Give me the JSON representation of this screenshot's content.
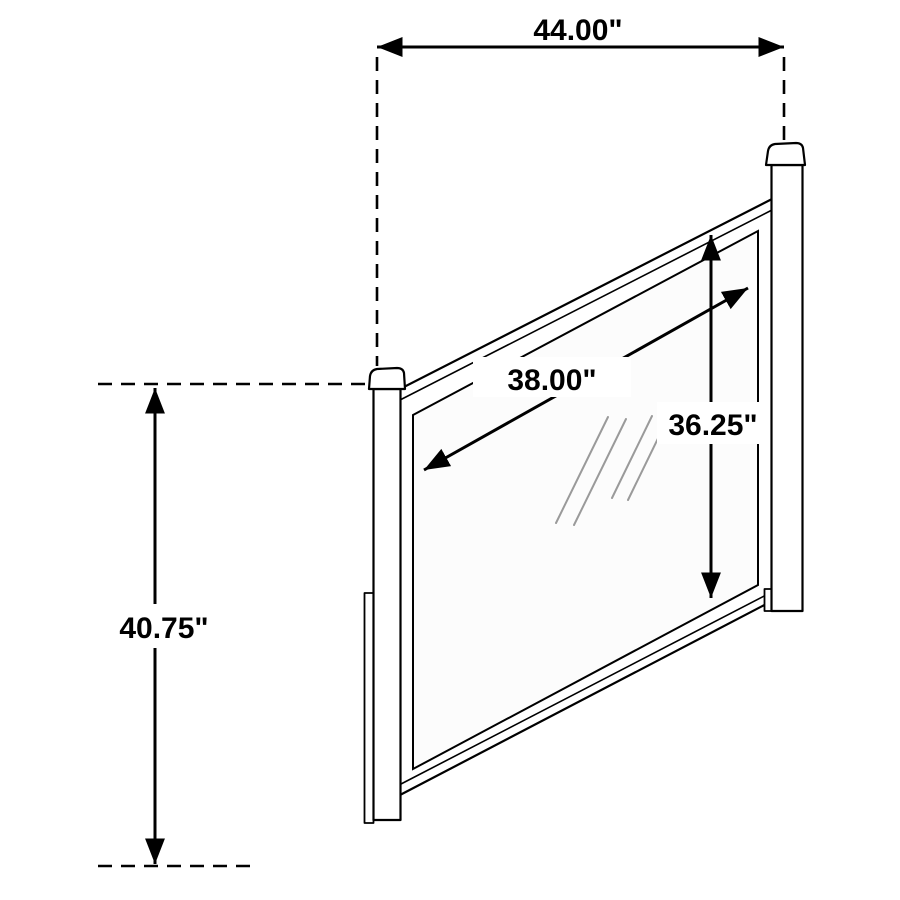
{
  "page": {
    "background": "#ffffff"
  },
  "diagram": {
    "name": "mirror-dimension-diagram",
    "product": "Mirror",
    "view": "isometric line drawing with dimension callouts",
    "dimensions": {
      "overall_width": "44.00\"",
      "overall_height": "40.75\"",
      "mirror_width": "38.00\"",
      "mirror_height": "36.25\""
    },
    "colors": {
      "line": "#000000",
      "background": "#ffffff",
      "glass": "#fcfcfc",
      "glare": "#9a9a9a"
    }
  }
}
